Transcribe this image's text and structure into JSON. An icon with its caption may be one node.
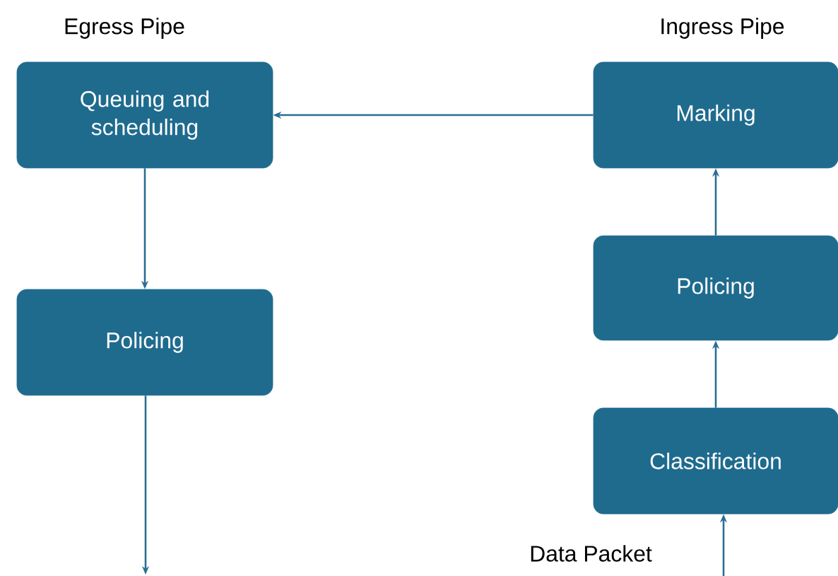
{
  "diagram": {
    "nodes": [
      {
        "text": [
          "Queuing and scheduling"
        ]
      },
      {
        "text": [
          "Marking"
        ]
      },
      {
        "text": [
          "Policing"
        ]
      },
      {
        "text": [
          "Policing"
        ]
      },
      {
        "text": [
          "Classification"
        ]
      }
    ],
    "edges": [
      {
        "from": 1,
        "to": 0,
        "arrow": "to"
      },
      {
        "from": 0,
        "to": 3,
        "arrow": "to"
      },
      {
        "from": 4,
        "to": 2,
        "arrow": "to"
      },
      {
        "from": 2,
        "to": 1,
        "arrow": "to"
      },
      {
        "from": null,
        "to": 4,
        "arrow": "to"
      },
      {
        "from": 3,
        "to": null,
        "arrow": "to"
      }
    ],
    "labels": [
      "Egress Pipe",
      "Ingress Pipe",
      "Data Packet"
    ]
  }
}
